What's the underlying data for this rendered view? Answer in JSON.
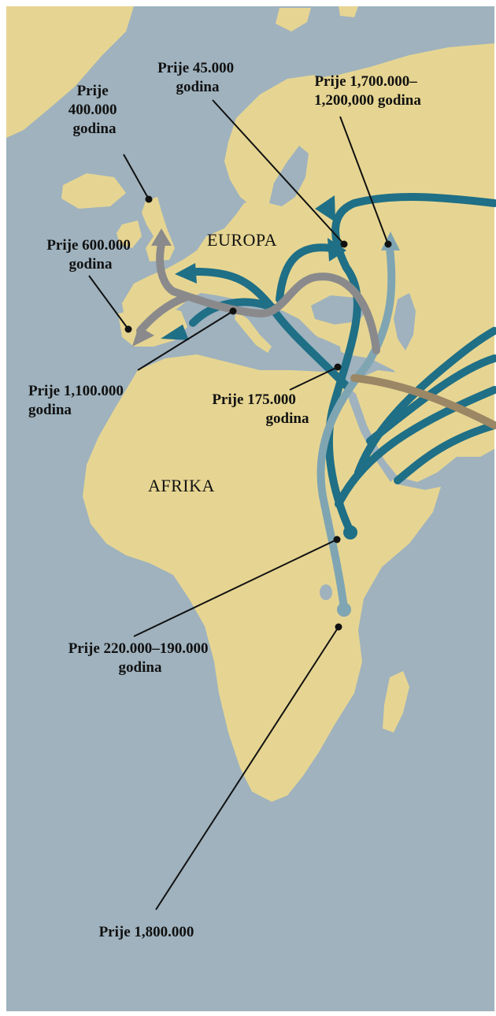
{
  "map": {
    "regions": [
      {
        "key": "europe",
        "label": "EUROPA"
      },
      {
        "key": "africa",
        "label": "AFRIKA"
      }
    ],
    "colors": {
      "sea": "#9fb2be",
      "land": "#e6d592",
      "coast": "#b9c7cf",
      "route_dark_teal": "#1f6f86",
      "route_light_teal": "#7fa5b3",
      "route_grey": "#8a8a8c",
      "route_brown": "#9b8665",
      "annotation": "#111111"
    },
    "annotations": [
      {
        "key": "a400k",
        "lines": [
          "Prije",
          "400.000",
          "godina"
        ]
      },
      {
        "key": "a45k",
        "lines": [
          "Prije 45.000",
          "godina"
        ]
      },
      {
        "key": "a1700k",
        "lines": [
          "Prije 1,700.000–",
          "1,200,000 godina"
        ]
      },
      {
        "key": "a600k",
        "lines": [
          "Prije 600.000",
          "godina"
        ]
      },
      {
        "key": "a1100k",
        "lines": [
          "Prije 1,100.000",
          "godina"
        ]
      },
      {
        "key": "a175k",
        "lines": [
          "Prije 175.000",
          "godina"
        ]
      },
      {
        "key": "a220k",
        "lines": [
          "Prije 220.000–190.000",
          "godina"
        ]
      },
      {
        "key": "a1800k",
        "lines": [
          "Prije 1,800.000"
        ]
      }
    ]
  }
}
